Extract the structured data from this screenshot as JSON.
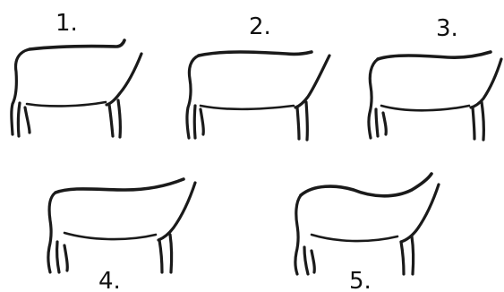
{
  "figure": {
    "stages": [
      {
        "label": "1."
      },
      {
        "label": "2."
      },
      {
        "label": "3."
      },
      {
        "label": "4."
      },
      {
        "label": "5."
      }
    ]
  }
}
